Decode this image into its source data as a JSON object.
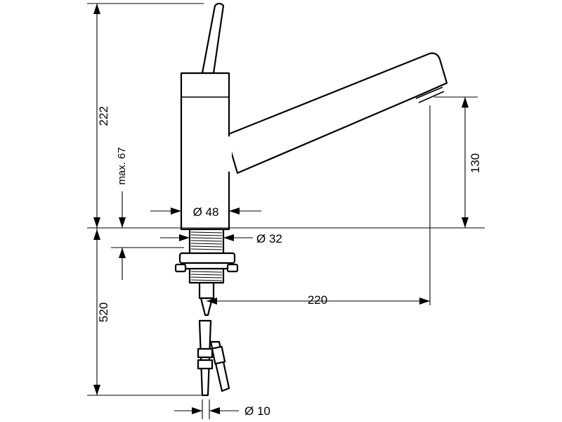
{
  "dimensions": {
    "height_total": "222",
    "max_thickness": "max. 67",
    "diameter_body": "Ø 48",
    "diameter_shank": "Ø 32",
    "spout_height": "130",
    "spout_reach": "220",
    "hose_length": "520",
    "diameter_hose": "Ø 10"
  },
  "colors": {
    "line": "#000000",
    "background": "#ffffff"
  }
}
